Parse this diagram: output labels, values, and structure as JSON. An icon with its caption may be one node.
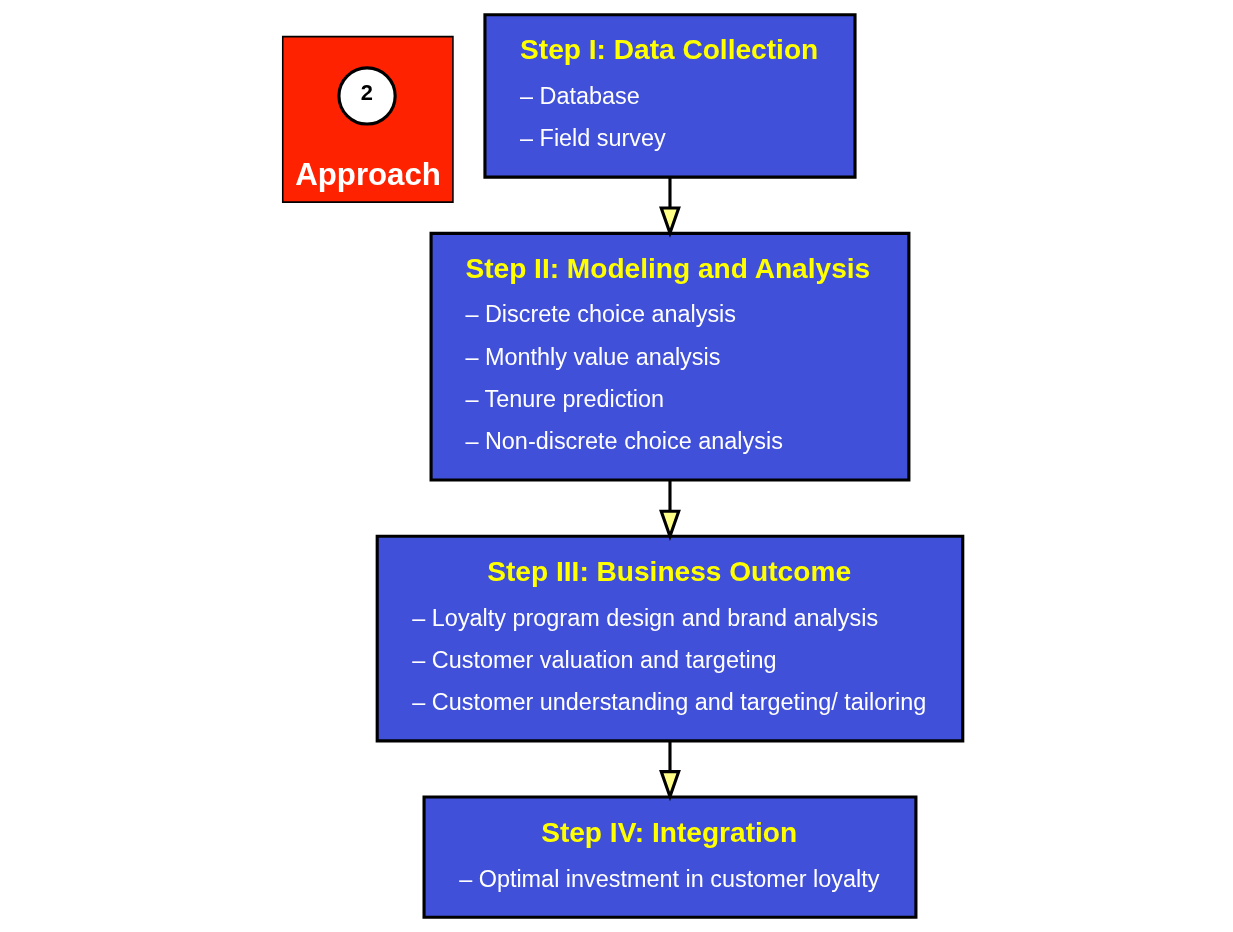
{
  "diagram": {
    "nodes": [
      {
        "text": [
          "Approach"
        ]
      },
      {
        "text": [
          "2"
        ],
        "in": 0
      },
      {
        "text": [
          "Step I: Data Collection",
          "– Database",
          "– Field survey"
        ]
      },
      {
        "text": [
          "Step II: Modeling and Analysis",
          "– Discrete choice analysis",
          "– Monthly value analysis",
          "– Tenure prediction",
          "– Non-discrete choice analysis"
        ]
      },
      {
        "text": [
          "Step III: Business Outcome",
          "– Loyalty program design and brand analysis",
          "– Customer valuation and targeting",
          "– Customer understanding and targeting/ tailoring"
        ]
      },
      {
        "text": [
          "Step IV: Integration",
          "– Optimal investment in customer loyalty"
        ]
      }
    ],
    "edges": [
      {
        "from": 2,
        "to": 3,
        "arrow": "to"
      },
      {
        "from": 3,
        "to": 4,
        "arrow": "to"
      },
      {
        "from": 4,
        "to": 5,
        "arrow": "to"
      }
    ]
  }
}
